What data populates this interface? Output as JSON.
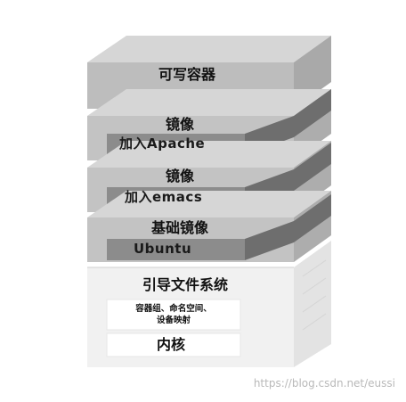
{
  "diagram": {
    "layers": {
      "writable_container": "可写容器",
      "mirror_1": {
        "label": "镜像",
        "bar": "加入Apache"
      },
      "mirror_2": {
        "label": "镜像",
        "bar": "加入emacs"
      },
      "base_image": {
        "label": "基础镜像",
        "bar": "Ubuntu"
      },
      "bootfs": "引导文件系统",
      "kernel_features": {
        "line1": "容器组、命名空间、",
        "line2": "设备映射"
      },
      "kernel": "内核"
    },
    "colors": {
      "slab_top": "#d6d6d6",
      "slab_front": "#bdbdbd",
      "slab_side": "#a9a9a9",
      "bar_fill": "#8c8c8c",
      "bar_side": "#6e6e6e",
      "base_fill": "#f1f1f1",
      "white_box": "#ffffff"
    }
  },
  "watermark": "https://blog.csdn.net/eussi"
}
